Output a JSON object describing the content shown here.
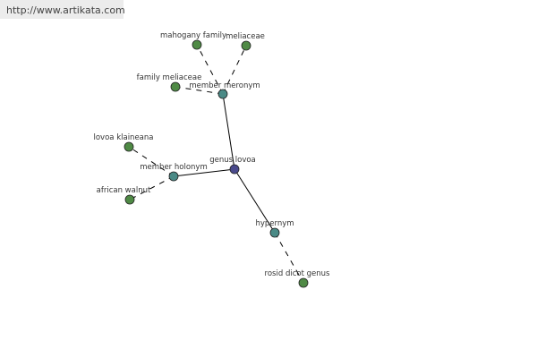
{
  "watermark": {
    "text": "http://www.artikata.com"
  },
  "colors": {
    "center_node": "#4a4a8c",
    "relation_node": "#4a8a86",
    "term_node": "#4f8a45",
    "edge": "#000000",
    "node_outline": "#222222"
  },
  "graph": {
    "nodes": [
      {
        "id": "genus_lovoa",
        "label": "genus lovoa",
        "kind": "center"
      },
      {
        "id": "member_meronym",
        "label": "member meronym",
        "kind": "relation"
      },
      {
        "id": "member_holonym",
        "label": "member holonym",
        "kind": "relation"
      },
      {
        "id": "hypernym",
        "label": "hypernym",
        "kind": "relation"
      },
      {
        "id": "mahogany_family",
        "label": "mahogany family",
        "kind": "term"
      },
      {
        "id": "meliaceae",
        "label": "meliaceae",
        "kind": "term"
      },
      {
        "id": "family_meliaceae",
        "label": "family meliaceae",
        "kind": "term"
      },
      {
        "id": "lovoa_klaineana",
        "label": "lovoa klaineana",
        "kind": "term"
      },
      {
        "id": "african_walnut",
        "label": "african walnut",
        "kind": "term"
      },
      {
        "id": "rosid_dicot_genus",
        "label": "rosid dicot genus",
        "kind": "term"
      }
    ],
    "edges": [
      {
        "from": "genus_lovoa",
        "to": "member_meronym",
        "style": "solid"
      },
      {
        "from": "genus_lovoa",
        "to": "member_holonym",
        "style": "solid"
      },
      {
        "from": "genus_lovoa",
        "to": "hypernym",
        "style": "solid"
      },
      {
        "from": "member_meronym",
        "to": "mahogany_family",
        "style": "dashed"
      },
      {
        "from": "member_meronym",
        "to": "meliaceae",
        "style": "dashed"
      },
      {
        "from": "member_meronym",
        "to": "family_meliaceae",
        "style": "dashed"
      },
      {
        "from": "member_holonym",
        "to": "lovoa_klaineana",
        "style": "dashed"
      },
      {
        "from": "member_holonym",
        "to": "african_walnut",
        "style": "dashed"
      },
      {
        "from": "hypernym",
        "to": "rosid_dicot_genus",
        "style": "dashed"
      }
    ]
  }
}
